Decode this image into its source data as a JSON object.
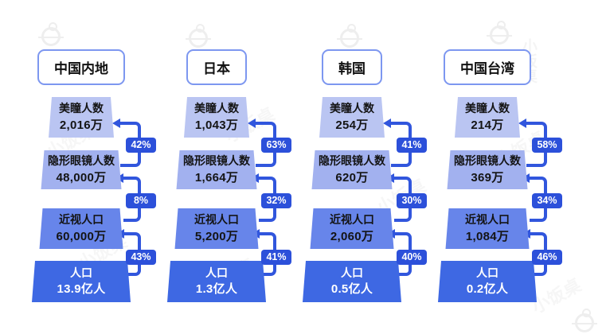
{
  "watermark": {
    "text": "小饭桌"
  },
  "colors": {
    "level1": "#bac5f2",
    "level2": "#a2b1ef",
    "level3": "#6785ea",
    "level4": "#3e68e3",
    "rate_badge": "#2c50da",
    "arrow": "#3156dd",
    "header_border": "#7d97f0"
  },
  "funnels": [
    {
      "region": "中国内地",
      "levels": [
        {
          "label": "美瞳人数",
          "value": "2,016万"
        },
        {
          "label": "隐形眼镜人数",
          "value": "48,000万"
        },
        {
          "label": "近视人口",
          "value": "60,000万"
        },
        {
          "label": "人口",
          "value": "13.9亿人"
        }
      ],
      "rates": [
        "42%",
        "8%",
        "43%"
      ]
    },
    {
      "region": "日本",
      "levels": [
        {
          "label": "美瞳人数",
          "value": "1,043万"
        },
        {
          "label": "隐形眼镜人数",
          "value": "1,664万"
        },
        {
          "label": "近视人口",
          "value": "5,200万"
        },
        {
          "label": "人口",
          "value": "1.3亿人"
        }
      ],
      "rates": [
        "63%",
        "32%",
        "41%"
      ]
    },
    {
      "region": "韩国",
      "levels": [
        {
          "label": "美瞳人数",
          "value": "254万"
        },
        {
          "label": "隐形眼镜人数",
          "value": "620万"
        },
        {
          "label": "近视人口",
          "value": "2,060万"
        },
        {
          "label": "人口",
          "value": "0.5亿人"
        }
      ],
      "rates": [
        "41%",
        "30%",
        "40%"
      ]
    },
    {
      "region": "中国台湾",
      "levels": [
        {
          "label": "美瞳人数",
          "value": "214万"
        },
        {
          "label": "隐形眼镜人数",
          "value": "369万"
        },
        {
          "label": "近视人口",
          "value": "1,084万"
        },
        {
          "label": "人口",
          "value": "0.2亿人"
        }
      ],
      "rates": [
        "58%",
        "34%",
        "46%"
      ]
    }
  ],
  "chart_data": {
    "type": "funnel",
    "stage_labels": [
      "美瞳人数",
      "隐形眼镜人数",
      "近视人口",
      "人口"
    ],
    "groups": [
      {
        "region": "中国内地",
        "values": [
          "2,016万",
          "48,000万",
          "60,000万",
          "13.9亿人"
        ],
        "conversion_rates_bottom_up": [
          "43%",
          "8%",
          "42%"
        ]
      },
      {
        "region": "日本",
        "values": [
          "1,043万",
          "1,664万",
          "5,200万",
          "1.3亿人"
        ],
        "conversion_rates_bottom_up": [
          "41%",
          "32%",
          "63%"
        ]
      },
      {
        "region": "韩国",
        "values": [
          "254万",
          "620万",
          "2,060万",
          "0.5亿人"
        ],
        "conversion_rates_bottom_up": [
          "40%",
          "30%",
          "41%"
        ]
      },
      {
        "region": "中国台湾",
        "values": [
          "214万",
          "369万",
          "1,084万",
          "0.2亿人"
        ],
        "conversion_rates_bottom_up": [
          "46%",
          "34%",
          "58%"
        ]
      }
    ],
    "layout": "4 pyramid funnels side by side, widest stage (人口) at bottom, arrows with percentage badges linking each lower stage to the one above"
  }
}
